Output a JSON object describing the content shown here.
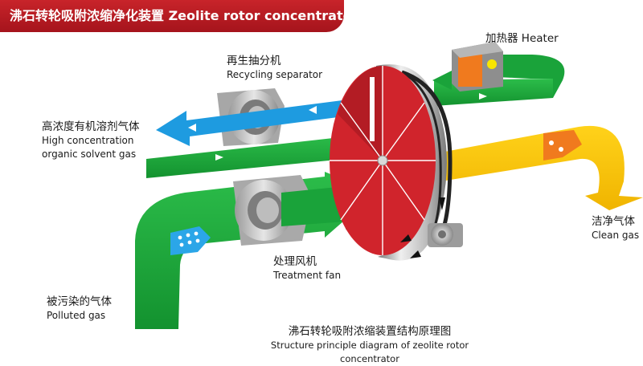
{
  "title": "沸石转轮吸附浓缩净化装置 Zeolite rotor concentrator",
  "labels": {
    "recycling_separator": {
      "cn": "再生抽分机",
      "en": "Recycling separator"
    },
    "heater": {
      "text": "加热器 Heater"
    },
    "high_concentration": {
      "cn": "高浓度有机溶剂气体",
      "en1": "High concentration",
      "en2": "organic solvent gas"
    },
    "clean_gas": {
      "cn": "洁净气体",
      "en": "Clean gas"
    },
    "treatment_fan": {
      "cn": "处理风机",
      "en": "Treatment fan"
    },
    "polluted_gas": {
      "cn": "被污染的气体",
      "en": "Polluted gas"
    }
  },
  "caption": {
    "cn": "沸石转轮吸附浓缩装置结构原理图",
    "en": "Structure principle diagram of zeolite rotor concentrator"
  },
  "colors": {
    "banner": "#b81d24",
    "green_duct": "#1aa33a",
    "blue_arrow": "#1e9be0",
    "yellow_duct": "#f5c400",
    "rotor_red": "#d0242c",
    "heater_orange": "#f07a1e"
  }
}
